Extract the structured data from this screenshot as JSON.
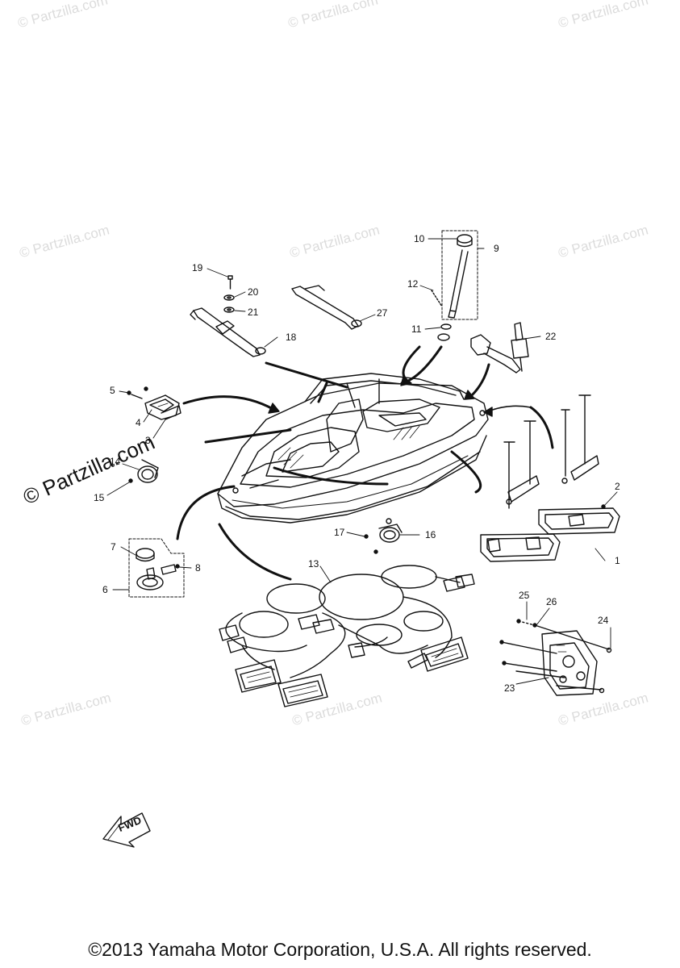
{
  "watermarks": [
    "© Partzilla.com",
    "© Partzilla.com",
    "© Partzilla.com",
    "© Partzilla.com",
    "© Partzilla.com",
    "© Partzilla.com",
    "© Partzilla.com",
    "© Partzilla.com",
    "© Partzilla.com"
  ],
  "watermark_big": "© Partzilla.com",
  "callouts": [
    "1",
    "2",
    "3",
    "4",
    "5",
    "6",
    "7",
    "8",
    "9",
    "10",
    "11",
    "12",
    "13",
    "14",
    "15",
    "16",
    "17",
    "18",
    "19",
    "20",
    "21",
    "22",
    "23",
    "24",
    "25",
    "26",
    "27"
  ],
  "fwd_label": "FWD",
  "copyright": "©2013 Yamaha Motor Corporation, U.S.A. All rights reserved."
}
